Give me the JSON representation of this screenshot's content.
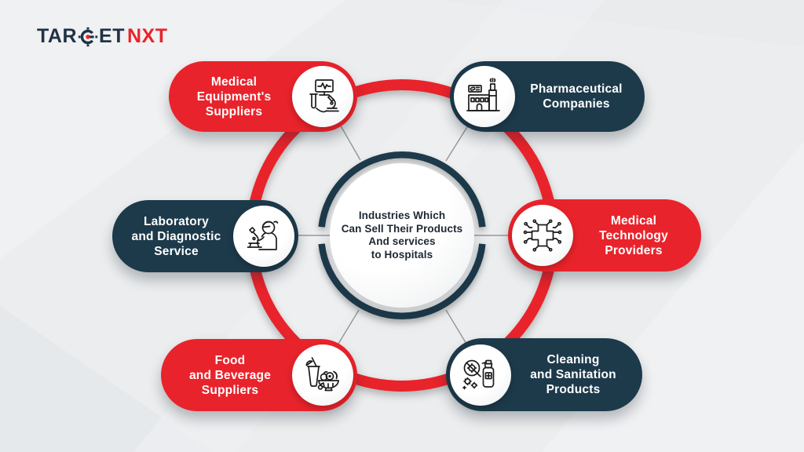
{
  "logo": {
    "pre": "TAR",
    "post": "ET",
    "accent": "NXT"
  },
  "colors": {
    "red": "#e9232b",
    "navy": "#1d3a4b",
    "background": "#ebedee",
    "connector_line": "#97999d",
    "center_text": "#1e2732",
    "logo_navy": "#203245",
    "logo_red": "#e8232b"
  },
  "center": {
    "lines": [
      "Industries Which",
      "Can Sell Their Products",
      "And services",
      "to Hospitals"
    ]
  },
  "nodes": [
    {
      "id": "medical-equipment-suppliers",
      "color": "red",
      "icon": "medical-equipment-icon",
      "lines": [
        "Medical",
        "Equipment's",
        "Suppliers"
      ]
    },
    {
      "id": "pharmaceutical-companies",
      "color": "navy",
      "icon": "pharma-factory-icon",
      "lines": [
        "Pharmaceutical",
        "Companies",
        ""
      ]
    },
    {
      "id": "laboratory-diagnostic-service",
      "color": "navy",
      "icon": "microscope-scientist-icon",
      "lines": [
        "Laboratory",
        "and Diagnostic",
        "Service"
      ]
    },
    {
      "id": "medical-technology-providers",
      "color": "red",
      "icon": "circuit-cross-icon",
      "lines": [
        "Medical",
        "Technology",
        "Providers"
      ]
    },
    {
      "id": "food-beverage-suppliers",
      "color": "red",
      "icon": "food-drink-icon",
      "lines": [
        "Food",
        "and Beverage",
        "Suppliers"
      ]
    },
    {
      "id": "cleaning-sanitation-products",
      "color": "navy",
      "icon": "sanitizer-spray-icon",
      "lines": [
        "Cleaning",
        "and Sanitation",
        "Products"
      ]
    }
  ]
}
